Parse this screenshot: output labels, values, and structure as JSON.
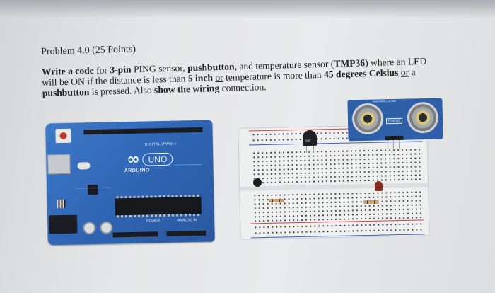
{
  "problem": {
    "title": "Problem 4.0 (25 Points)",
    "segments": [
      {
        "text": "Write a code",
        "bold": true
      },
      {
        "text": " for "
      },
      {
        "text": "3-pin",
        "bold": true
      },
      {
        "text": " PING sensor, "
      },
      {
        "text": "pushbutton,",
        "bold": true
      },
      {
        "text": " and temperature sensor ("
      },
      {
        "text": "TMP36",
        "bold": true
      },
      {
        "text": ") where an LED will be ON if the distance is less than "
      },
      {
        "text": "5 inch",
        "bold": true
      },
      {
        "text": " "
      },
      {
        "text": "or",
        "underline": true
      },
      {
        "text": " temperature is more than "
      },
      {
        "text": "45 degrees Celsius",
        "bold": true
      },
      {
        "text": " "
      },
      {
        "text": "or",
        "underline": true
      },
      {
        "text": " a "
      },
      {
        "text": "pushbutton",
        "bold": true
      },
      {
        "text": " is pressed. Also "
      },
      {
        "text": "show the wiring",
        "bold": true
      },
      {
        "text": " connection."
      }
    ]
  },
  "figure": {
    "arduino": {
      "brand": "ARDUINO",
      "model": "UNO",
      "logo_symbol": "∞",
      "digital_label": "DIGITAL (PWM~)",
      "power_label": "POWER",
      "analog_label": "ANALOG IN",
      "color": "#3469b8"
    },
    "sensor": {
      "label": "PING)))",
      "top_text": "WWW.PARALLAX.COM",
      "color": "#2f5fa8"
    },
    "temp_sensor": {
      "label": "TMP"
    }
  }
}
